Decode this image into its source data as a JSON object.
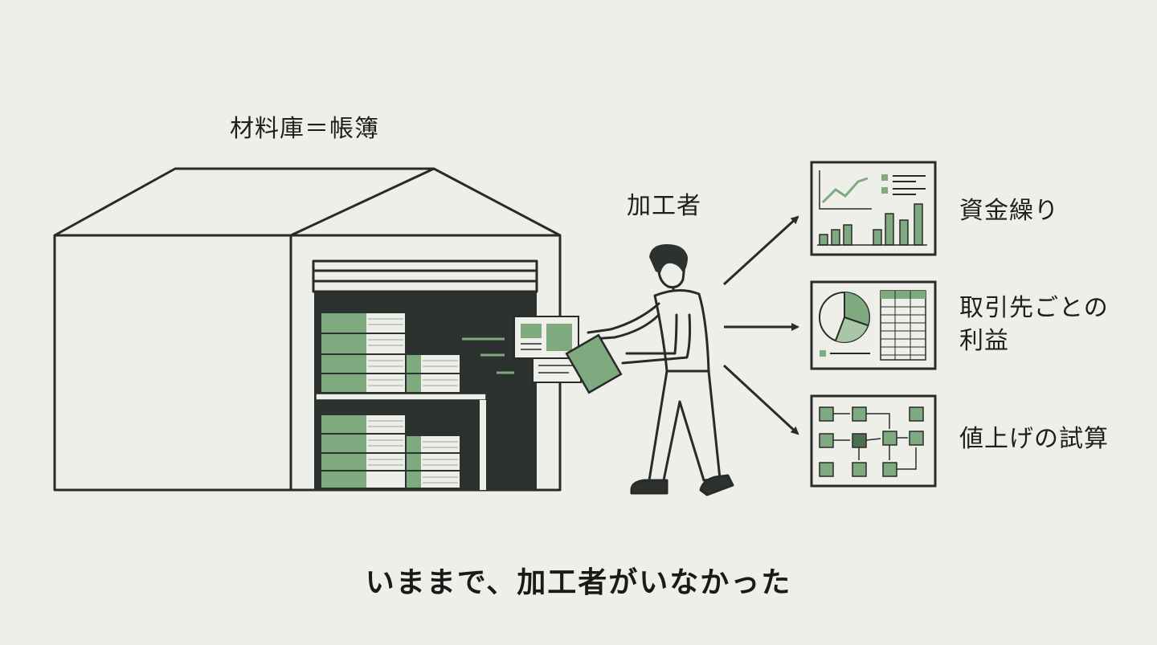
{
  "labels": {
    "warehouse": "材料庫＝帳簿",
    "processor": "加工者",
    "output_cashflow": "資金繰り",
    "output_profit_line1": "取引先ごとの",
    "output_profit_line2": "利益",
    "output_pricing": "値上げの試算"
  },
  "caption": "いままで、加工者がいなかった",
  "icons": [
    "warehouse-icon",
    "person-carrying-documents-icon",
    "arrow-icon",
    "dashboard-chart-icon",
    "pie-table-report-icon",
    "flowchart-icon"
  ],
  "colors": {
    "background": "#efefea",
    "line": "#2a2a2a",
    "accent_green": "#7fa97f",
    "dark_interior": "#2c3230"
  }
}
